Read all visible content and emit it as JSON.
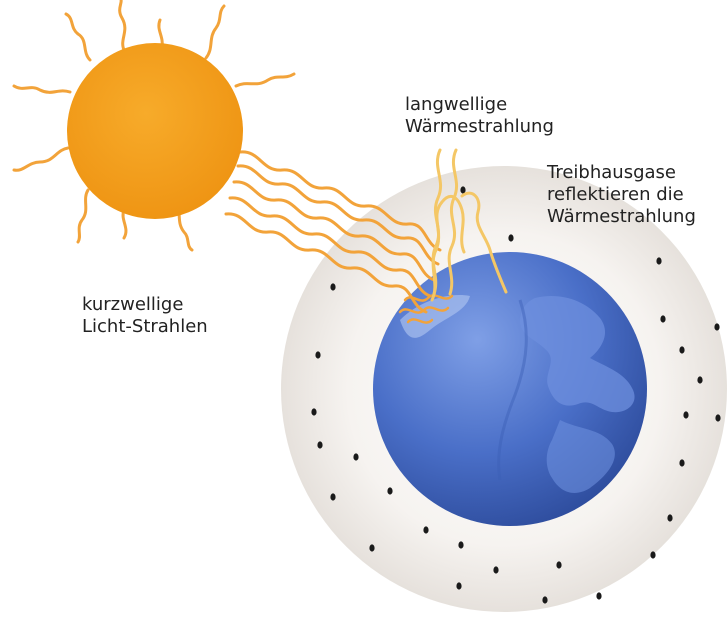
{
  "labels": {
    "short_wave": "kurzwellige\nLicht-Strahlen",
    "long_wave": "langwellige\nWärmestrahlung",
    "greenhouse": "Treibhausgase\nreflektieren die\nWärmestrahlung"
  },
  "colors": {
    "sun": "#f29d1c",
    "incoming_rays": "#f2a33a",
    "outgoing_rays": "#f4c766",
    "earth": "#3c61b8",
    "atmosphere": "#ece8e4",
    "gas_particles": "#1a1a1a"
  }
}
